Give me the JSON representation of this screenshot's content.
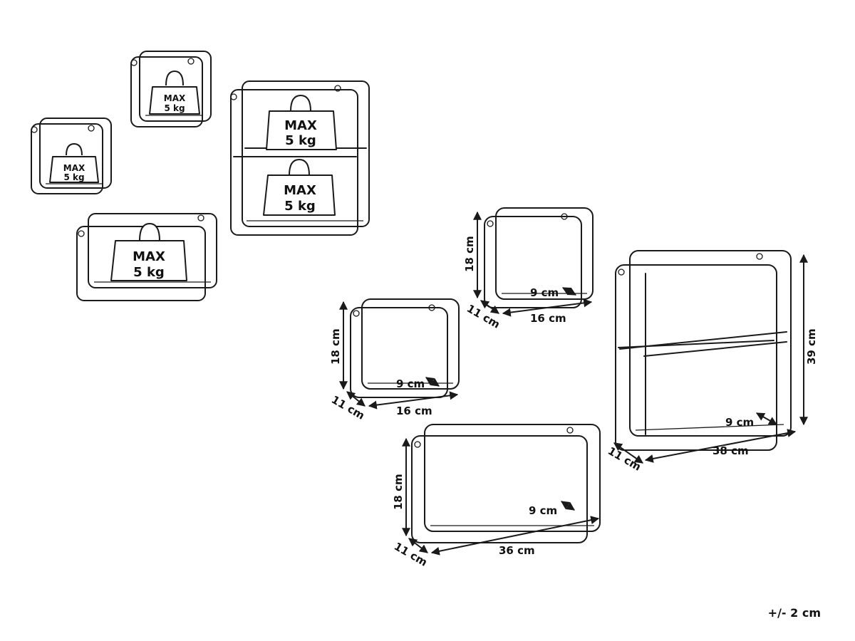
{
  "weight_badges": {
    "max": "MAX",
    "load": "5 kg"
  },
  "dimensions": {
    "small_a": {
      "height": "18 cm",
      "depth": "11 cm",
      "width": "16 cm",
      "inner": "9 cm"
    },
    "small_b": {
      "height": "18 cm",
      "depth": "11 cm",
      "width": "16 cm",
      "inner": "9 cm"
    },
    "long": {
      "height": "18 cm",
      "depth": "11 cm",
      "width": "36 cm",
      "inner": "9 cm"
    },
    "tall": {
      "height": "39 cm",
      "depth": "11 cm",
      "width": "38 cm",
      "inner": "9 cm"
    }
  },
  "tolerance": "+/- 2 cm"
}
